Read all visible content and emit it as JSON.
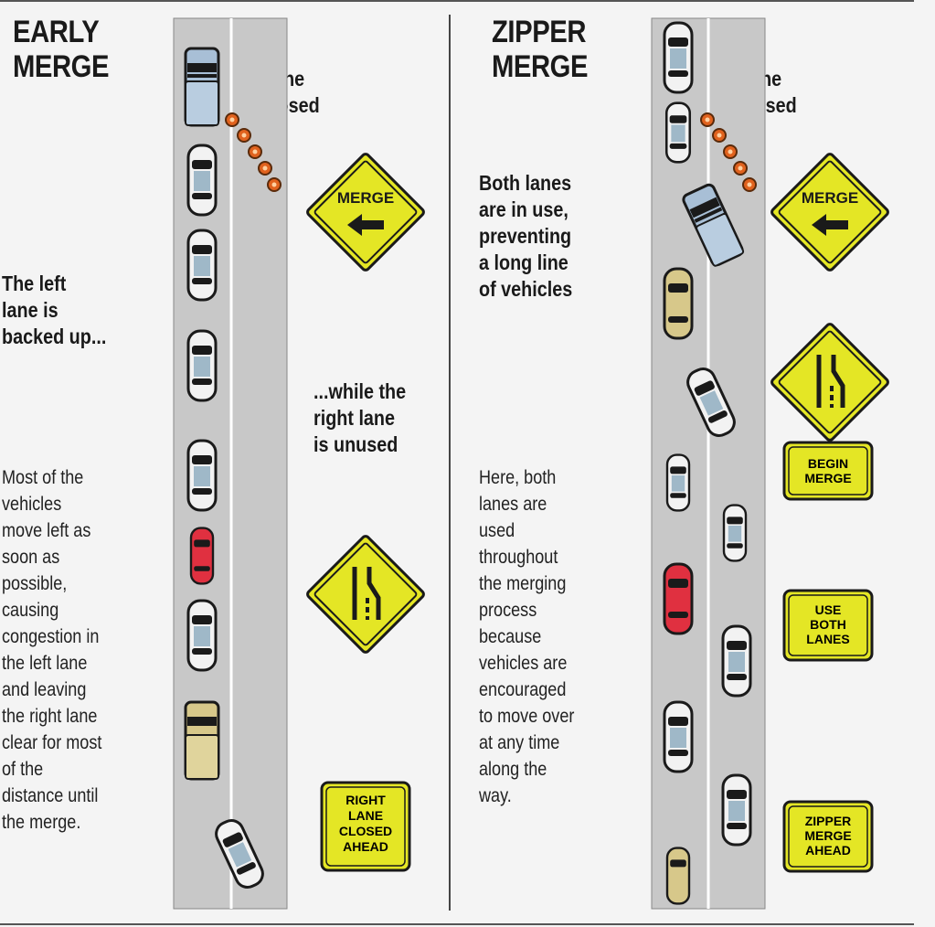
{
  "early": {
    "title": "EARLY\nMERGE",
    "lane_closed": "Lane\nclosed",
    "lead": "The left\nlane is\nbacked up...",
    "while": "...while the\nright lane\nis unused",
    "description": "Most of the\nvehicles\nmove left as\nsoon as\npossible,\ncausing\ncongestion in\nthe left lane\nand leaving\nthe right lane\nclear for most\nof the\ndistance until\nthe merge.",
    "sign_merge": "MERGE",
    "sign_bottom": [
      "RIGHT",
      "LANE",
      "CLOSED",
      "AHEAD"
    ]
  },
  "zipper": {
    "title": "ZIPPER\nMERGE",
    "lane_closed": "Lane\nclosed",
    "lead": "Both lanes\nare in use,\npreventing\na long line\nof vehicles",
    "description": "Here, both\nlanes are\nused\nthroughout\nthe merging\nprocess\nbecause\nvehicles are\nencouraged\nto move over\nat any time\nalong the\nway.",
    "sign_merge": "MERGE",
    "sign_begin": [
      "BEGIN",
      "MERGE"
    ],
    "sign_use": [
      "USE",
      "BOTH",
      "LANES"
    ],
    "sign_zipper": [
      "ZIPPER",
      "MERGE",
      "AHEAD"
    ]
  },
  "colors": {
    "road": "#c8c8c8",
    "sign_yellow": "#e4e625",
    "cone": "#e0621e",
    "car_red": "#e03040"
  }
}
